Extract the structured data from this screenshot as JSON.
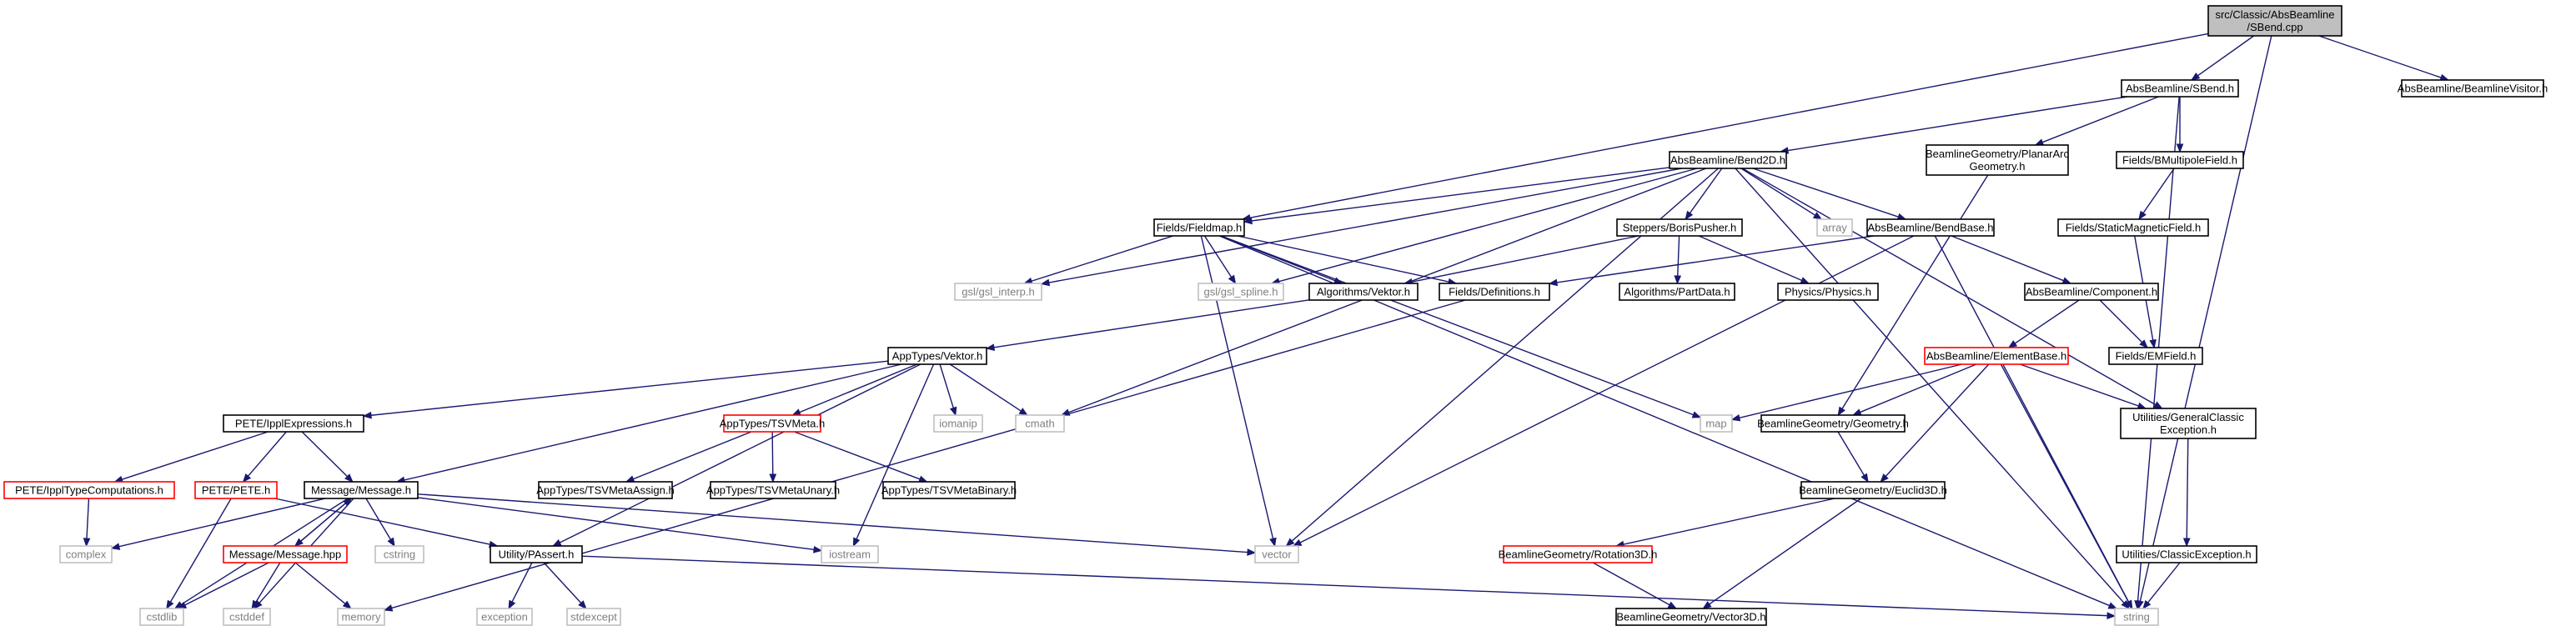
{
  "graph": {
    "colors": {
      "edge": "#191970",
      "box_border": "#000000",
      "missing_border": "#bfbfbf",
      "missing_text": "#7f7f7f",
      "broken_border": "#ff0000",
      "root_fill": "#bfbfbf",
      "text": "#000000"
    },
    "nodes": {
      "root": {
        "lines": [
          "src/Classic/AbsBeamline",
          "/SBend.cpp"
        ],
        "kind": "root"
      },
      "sbend_h": {
        "lines": [
          "AbsBeamline/SBend.h"
        ],
        "kind": "normal"
      },
      "visitor_h": {
        "lines": [
          "AbsBeamline/BeamlineVisitor.h"
        ],
        "kind": "normal"
      },
      "bend2d_h": {
        "lines": [
          "AbsBeamline/Bend2D.h"
        ],
        "kind": "normal"
      },
      "planararc_h": {
        "lines": [
          "BeamlineGeometry/PlanarArc",
          "Geometry.h"
        ],
        "kind": "normal"
      },
      "bmultipole_h": {
        "lines": [
          "Fields/BMultipoleField.h"
        ],
        "kind": "normal"
      },
      "fieldmap_h": {
        "lines": [
          "Fields/Fieldmap.h"
        ],
        "kind": "normal"
      },
      "borispusher_h": {
        "lines": [
          "Steppers/BorisPusher.h"
        ],
        "kind": "normal"
      },
      "array": {
        "lines": [
          "array"
        ],
        "kind": "missing"
      },
      "bendbase_h": {
        "lines": [
          "AbsBeamline/BendBase.h"
        ],
        "kind": "normal"
      },
      "staticmag_h": {
        "lines": [
          "Fields/StaticMagneticField.h"
        ],
        "kind": "normal"
      },
      "gsl_interp": {
        "lines": [
          "gsl/gsl_interp.h"
        ],
        "kind": "missing"
      },
      "gsl_spline": {
        "lines": [
          "gsl/gsl_spline.h"
        ],
        "kind": "missing"
      },
      "alg_vektor": {
        "lines": [
          "Algorithms/Vektor.h"
        ],
        "kind": "normal"
      },
      "definitions": {
        "lines": [
          "Fields/Definitions.h"
        ],
        "kind": "normal"
      },
      "partdata": {
        "lines": [
          "Algorithms/PartData.h"
        ],
        "kind": "normal"
      },
      "physics": {
        "lines": [
          "Physics/Physics.h"
        ],
        "kind": "normal"
      },
      "component": {
        "lines": [
          "AbsBeamline/Component.h"
        ],
        "kind": "normal"
      },
      "emfield": {
        "lines": [
          "Fields/EMField.h"
        ],
        "kind": "normal"
      },
      "apptypes_vektor": {
        "lines": [
          "AppTypes/Vektor.h"
        ],
        "kind": "normal"
      },
      "elementbase": {
        "lines": [
          "AbsBeamline/ElementBase.h"
        ],
        "kind": "broken"
      },
      "ippl_expr": {
        "lines": [
          "PETE/IpplExpressions.h"
        ],
        "kind": "normal"
      },
      "tsvmeta": {
        "lines": [
          "AppTypes/TSVMeta.h"
        ],
        "kind": "broken"
      },
      "iomanip": {
        "lines": [
          "iomanip"
        ],
        "kind": "missing"
      },
      "cmath": {
        "lines": [
          "cmath"
        ],
        "kind": "missing"
      },
      "map": {
        "lines": [
          "map"
        ],
        "kind": "missing"
      },
      "bg_geometry": {
        "lines": [
          "BeamlineGeometry/Geometry.h"
        ],
        "kind": "normal"
      },
      "gen_classic_exc": {
        "lines": [
          "Utilities/GeneralClassic",
          "Exception.h"
        ],
        "kind": "normal"
      },
      "ippl_typecomp": {
        "lines": [
          "PETE/IpplTypeComputations.h"
        ],
        "kind": "broken"
      },
      "pete_h": {
        "lines": [
          "PETE/PETE.h"
        ],
        "kind": "broken"
      },
      "message_h": {
        "lines": [
          "Message/Message.h"
        ],
        "kind": "normal"
      },
      "tsvassign": {
        "lines": [
          "AppTypes/TSVMetaAssign.h"
        ],
        "kind": "normal"
      },
      "tsvunary": {
        "lines": [
          "AppTypes/TSVMetaUnary.h"
        ],
        "kind": "normal"
      },
      "tsvbinary": {
        "lines": [
          "AppTypes/TSVMetaBinary.h"
        ],
        "kind": "normal"
      },
      "euclid3d": {
        "lines": [
          "BeamlineGeometry/Euclid3D.h"
        ],
        "kind": "normal"
      },
      "complex": {
        "lines": [
          "complex"
        ],
        "kind": "missing"
      },
      "message_hpp": {
        "lines": [
          "Message/Message.hpp"
        ],
        "kind": "broken"
      },
      "cstring": {
        "lines": [
          "cstring"
        ],
        "kind": "missing"
      },
      "passert": {
        "lines": [
          "Utility/PAssert.h"
        ],
        "kind": "normal"
      },
      "iostream": {
        "lines": [
          "iostream"
        ],
        "kind": "missing"
      },
      "vector": {
        "lines": [
          "vector"
        ],
        "kind": "missing"
      },
      "rotation3d": {
        "lines": [
          "BeamlineGeometry/Rotation3D.h"
        ],
        "kind": "broken"
      },
      "class_exc": {
        "lines": [
          "Utilities/ClassicException.h"
        ],
        "kind": "normal"
      },
      "cstdlib": {
        "lines": [
          "cstdlib"
        ],
        "kind": "missing"
      },
      "cstddef": {
        "lines": [
          "cstddef"
        ],
        "kind": "missing"
      },
      "memory": {
        "lines": [
          "memory"
        ],
        "kind": "missing"
      },
      "exception": {
        "lines": [
          "exception"
        ],
        "kind": "missing"
      },
      "stdexcept": {
        "lines": [
          "stdexcept"
        ],
        "kind": "missing"
      },
      "vector3d": {
        "lines": [
          "BeamlineGeometry/Vector3D.h"
        ],
        "kind": "normal"
      },
      "string": {
        "lines": [
          "string"
        ],
        "kind": "missing"
      }
    },
    "edges": [
      [
        "root",
        "sbend_h"
      ],
      [
        "root",
        "visitor_h"
      ],
      [
        "root",
        "fieldmap_h"
      ],
      [
        "root",
        "string"
      ],
      [
        "sbend_h",
        "bend2d_h"
      ],
      [
        "sbend_h",
        "planararc_h"
      ],
      [
        "sbend_h",
        "bmultipole_h"
      ],
      [
        "sbend_h",
        "string"
      ],
      [
        "bend2d_h",
        "fieldmap_h"
      ],
      [
        "bend2d_h",
        "borispusher_h"
      ],
      [
        "bend2d_h",
        "array"
      ],
      [
        "bend2d_h",
        "bendbase_h"
      ],
      [
        "bend2d_h",
        "gsl_interp"
      ],
      [
        "bend2d_h",
        "gsl_spline"
      ],
      [
        "bend2d_h",
        "cmath"
      ],
      [
        "bend2d_h",
        "vector"
      ],
      [
        "bend2d_h",
        "string"
      ],
      [
        "bend2d_h",
        "gen_classic_exc"
      ],
      [
        "planararc_h",
        "bg_geometry"
      ],
      [
        "bmultipole_h",
        "staticmag_h"
      ],
      [
        "staticmag_h",
        "emfield"
      ],
      [
        "fieldmap_h",
        "gsl_interp"
      ],
      [
        "fieldmap_h",
        "gsl_spline"
      ],
      [
        "fieldmap_h",
        "alg_vektor"
      ],
      [
        "fieldmap_h",
        "definitions"
      ],
      [
        "fieldmap_h",
        "map"
      ],
      [
        "fieldmap_h",
        "string"
      ],
      [
        "fieldmap_h",
        "vector"
      ],
      [
        "borispusher_h",
        "alg_vektor"
      ],
      [
        "borispusher_h",
        "partdata"
      ],
      [
        "borispusher_h",
        "physics"
      ],
      [
        "bendbase_h",
        "definitions"
      ],
      [
        "bendbase_h",
        "component"
      ],
      [
        "bendbase_h",
        "vector"
      ],
      [
        "bendbase_h",
        "string"
      ],
      [
        "alg_vektor",
        "apptypes_vektor"
      ],
      [
        "definitions",
        "memory"
      ],
      [
        "component",
        "elementbase"
      ],
      [
        "component",
        "emfield"
      ],
      [
        "elementbase",
        "map"
      ],
      [
        "elementbase",
        "bg_geometry"
      ],
      [
        "elementbase",
        "gen_classic_exc"
      ],
      [
        "elementbase",
        "euclid3d"
      ],
      [
        "elementbase",
        "string"
      ],
      [
        "apptypes_vektor",
        "ippl_expr"
      ],
      [
        "apptypes_vektor",
        "tsvmeta"
      ],
      [
        "apptypes_vektor",
        "iomanip"
      ],
      [
        "apptypes_vektor",
        "cmath"
      ],
      [
        "apptypes_vektor",
        "message_h"
      ],
      [
        "apptypes_vektor",
        "passert"
      ],
      [
        "apptypes_vektor",
        "iostream"
      ],
      [
        "ippl_expr",
        "ippl_typecomp"
      ],
      [
        "ippl_expr",
        "pete_h"
      ],
      [
        "ippl_expr",
        "message_h"
      ],
      [
        "ippl_typecomp",
        "complex"
      ],
      [
        "pete_h",
        "cstdlib"
      ],
      [
        "pete_h",
        "passert"
      ],
      [
        "tsvmeta",
        "tsvassign"
      ],
      [
        "tsvmeta",
        "tsvunary"
      ],
      [
        "tsvmeta",
        "tsvbinary"
      ],
      [
        "message_h",
        "complex"
      ],
      [
        "message_h",
        "message_hpp"
      ],
      [
        "message_h",
        "cstring"
      ],
      [
        "message_h",
        "cstdlib"
      ],
      [
        "message_h",
        "cstddef"
      ],
      [
        "message_h",
        "iostream"
      ],
      [
        "message_h",
        "vector"
      ],
      [
        "message_hpp",
        "message_h"
      ],
      [
        "message_hpp",
        "cstdlib"
      ],
      [
        "message_hpp",
        "cstddef"
      ],
      [
        "message_hpp",
        "memory"
      ],
      [
        "passert",
        "exception"
      ],
      [
        "passert",
        "stdexcept"
      ],
      [
        "passert",
        "string"
      ],
      [
        "bg_geometry",
        "euclid3d"
      ],
      [
        "euclid3d",
        "rotation3d"
      ],
      [
        "euclid3d",
        "vector3d"
      ],
      [
        "rotation3d",
        "vector3d"
      ],
      [
        "gen_classic_exc",
        "class_exc"
      ],
      [
        "class_exc",
        "string"
      ]
    ]
  }
}
